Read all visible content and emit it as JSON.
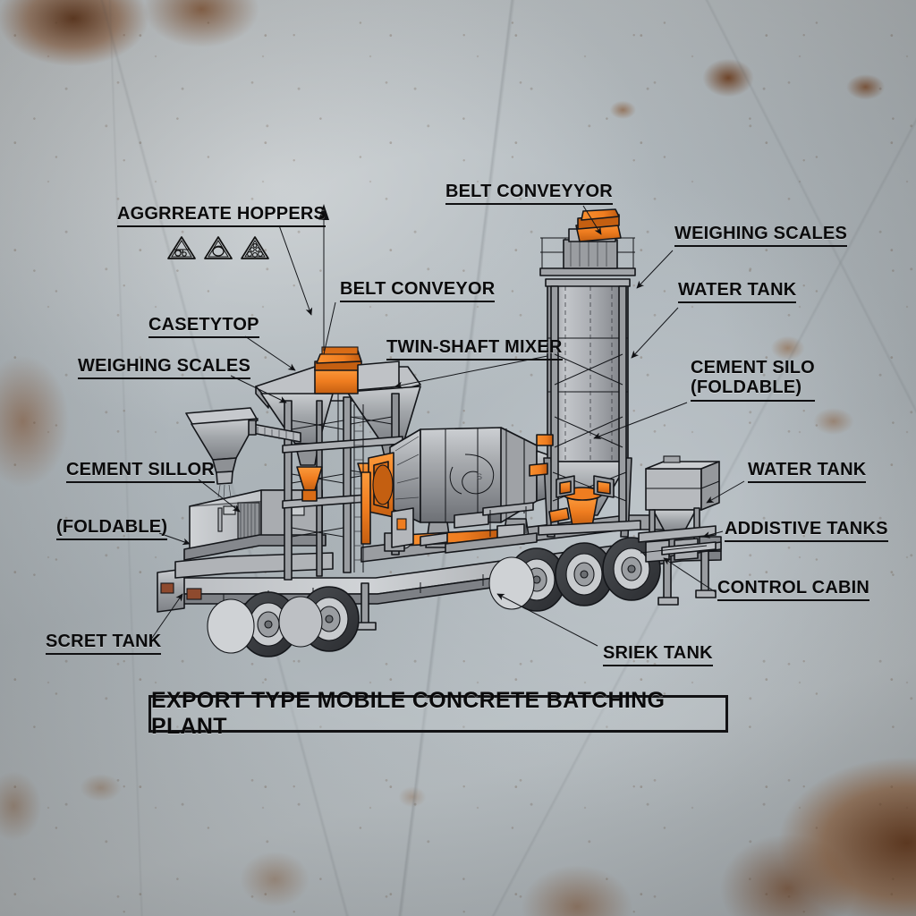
{
  "title": {
    "text": "EXPORT TYPE MOBILE CONCRETE BATCHING PLANT"
  },
  "labels": [
    {
      "id": "aggregate-hoppers",
      "text": "AGGRREATE HOPPERS"
    },
    {
      "id": "belt-conveyyor",
      "text": "BELT CONVEYYOR"
    },
    {
      "id": "weighing-scales-right",
      "text": "WEIGHING SCALES"
    },
    {
      "id": "water-tank-top",
      "text": "WATER TANK"
    },
    {
      "id": "belt-conveyor",
      "text": "BELT CONVEYOR"
    },
    {
      "id": "casetytop",
      "text": "CASETYTOP"
    },
    {
      "id": "twin-shaft-mixer",
      "text": "TWIN-SHAFT MIXER"
    },
    {
      "id": "weighing-scales-left",
      "text": "WEIGHING SCALES"
    },
    {
      "id": "cement-silo-line1",
      "text": "CEMENT SILO"
    },
    {
      "id": "cement-silo-line2",
      "text": "(FOLDABLE)"
    },
    {
      "id": "cement-sillor",
      "text": "CEMENT SILLOR"
    },
    {
      "id": "cement-sillor-foldable",
      "text": "(FOLDABLE)"
    },
    {
      "id": "water-tank-right",
      "text": "WATER TANK"
    },
    {
      "id": "addistive-tanks",
      "text": "ADDISTIVE TANKS"
    },
    {
      "id": "control-cabin",
      "text": "CONTROL CABIN"
    },
    {
      "id": "scret-tank",
      "text": "SCRET TANK"
    },
    {
      "id": "sriek-tank",
      "text": "SRIEK TANK"
    }
  ],
  "icons": [
    {
      "id": "aggregate-icon-gravel",
      "name": "triangle-gravel-icon"
    },
    {
      "id": "aggregate-icon-sand",
      "name": "triangle-sand-icon"
    },
    {
      "id": "aggregate-icon-stone",
      "name": "triangle-stone-icon"
    }
  ],
  "colors": {
    "accent_orange": "#ef7d20",
    "accent_orange_dark": "#c75f12",
    "machine_grey": "#9a9da1",
    "machine_grey_light": "#c4c7cb",
    "machine_grey_dark": "#6f7277",
    "outline": "#14161a",
    "label_text": "#0b0b0c",
    "background_metal": "#b3bac0",
    "rust": "#7a4420"
  }
}
